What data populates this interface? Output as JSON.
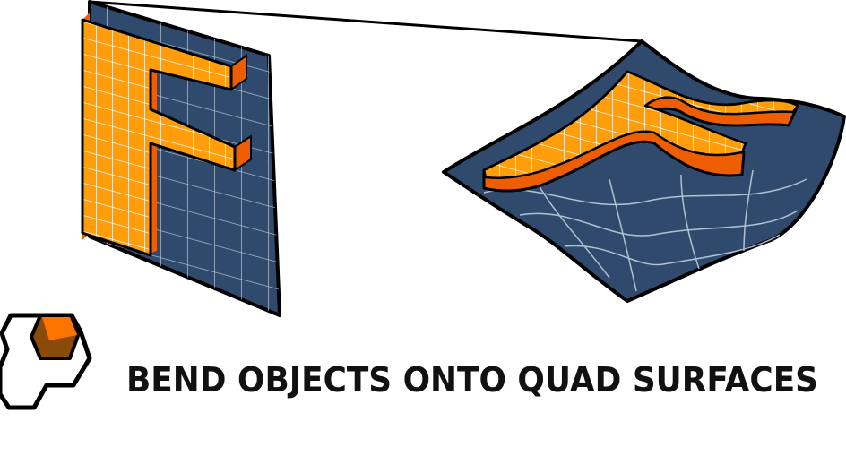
{
  "caption": "BEND OBJECTS ONTO QUAD SURFACES",
  "colors": {
    "panel": "#2f4a6c",
    "grid": "#c9d6e6",
    "orange_top": "#ff9d0a",
    "orange_side": "#ee5d00",
    "logo_cube_top": "#ff7300",
    "logo_cube_side": "#8a4a0a",
    "outline": "#000000"
  },
  "icons": [
    "logo-icon",
    "flat-panel-letter-f",
    "bent-surface-letter-f"
  ]
}
